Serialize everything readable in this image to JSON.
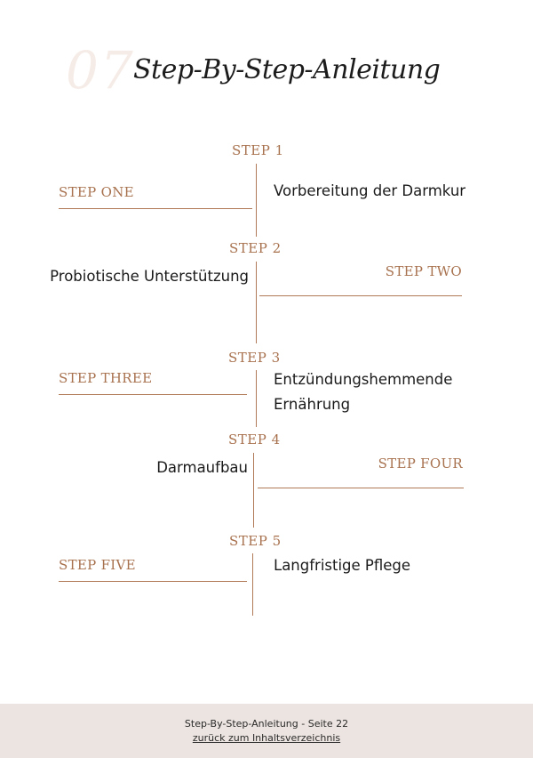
{
  "header": {
    "chapter_number": "07",
    "title": "Step-By-Step-Anleitung"
  },
  "steps": [
    {
      "number_label": "STEP 1",
      "word_label": "STEP ONE",
      "description": "Vorbereitung der Darmkur"
    },
    {
      "number_label": "STEP 2",
      "word_label": "STEP TWO",
      "description": "Probiotische Unterstützung"
    },
    {
      "number_label": "STEP 3",
      "word_label": "STEP THREE",
      "description": "Entzündungshemmende Ernährung"
    },
    {
      "number_label": "STEP 4",
      "word_label": "STEP FOUR",
      "description": "Darmaufbau"
    },
    {
      "number_label": "STEP 5",
      "word_label": "STEP FIVE",
      "description": "Langfristige Pflege"
    }
  ],
  "footer": {
    "page_info": "Step-By-Step-Anleitung - Seite 22",
    "back_link": "zurück zum Inhaltsverzeichnis"
  },
  "colors": {
    "accent": "#a8724f",
    "footer_background": "#ece4e0",
    "chapter_number": "#f6ece7"
  }
}
